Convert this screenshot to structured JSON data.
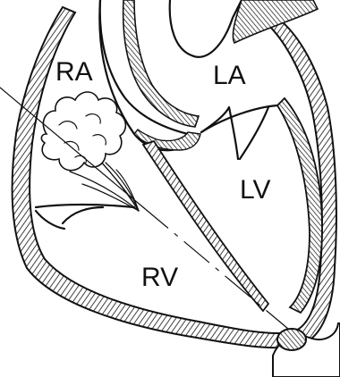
{
  "labels": {
    "right_atrium": "RA",
    "left_atrium": "LA",
    "left_ventricle": "LV",
    "right_ventricle": "RV"
  }
}
